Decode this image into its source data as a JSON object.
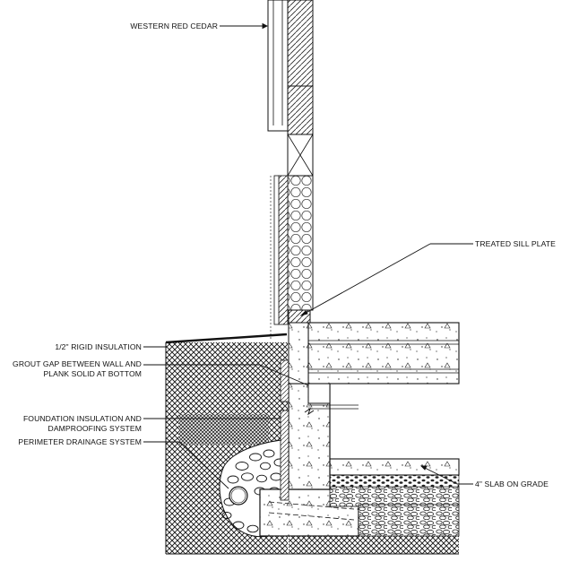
{
  "labels": {
    "western_red_cedar": "WESTERN RED CEDAR",
    "treated_sill_plate": "TREATED SILL PLATE",
    "rigid_insulation": "1/2\" RIGID INSULATION",
    "grout_gap_line1": "GROUT GAP BETWEEN WALL AND",
    "grout_gap_line2": "PLANK SOLID AT BOTTOM",
    "foundation_insulation_line1": "FOUNDATION INSULATION AND",
    "foundation_insulation_line2": "DAMPROOFING SYSTEM",
    "perimeter_drainage": "PERIMETER DRAINAGE SYSTEM",
    "slab_on_grade": "4\" SLAB ON GRADE"
  },
  "colors": {
    "line": "#111111",
    "earth_hatch": "#222222",
    "background": "#ffffff"
  }
}
